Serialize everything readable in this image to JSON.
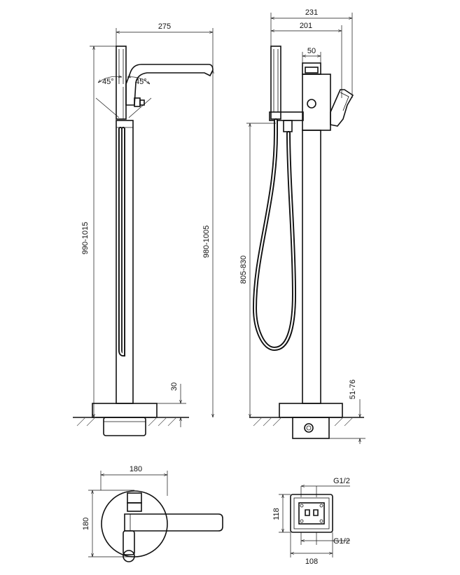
{
  "side_view": {
    "width_label": "275",
    "angle_left": "45°",
    "angle_right": "45°",
    "total_height_label": "990-1015",
    "spout_height_label": "980-1005",
    "base_height_label": "30"
  },
  "front_view": {
    "width_total_label": "231",
    "width_label": "201",
    "offset_label": "50",
    "hose_height_label": "805-830",
    "floor_depth_label": "51-76"
  },
  "top_view": {
    "width_label": "180",
    "depth_label": "180"
  },
  "box_view": {
    "thread_top": "G1/2",
    "thread_bottom": "G1/2",
    "height_label": "118",
    "width_label": "108"
  }
}
